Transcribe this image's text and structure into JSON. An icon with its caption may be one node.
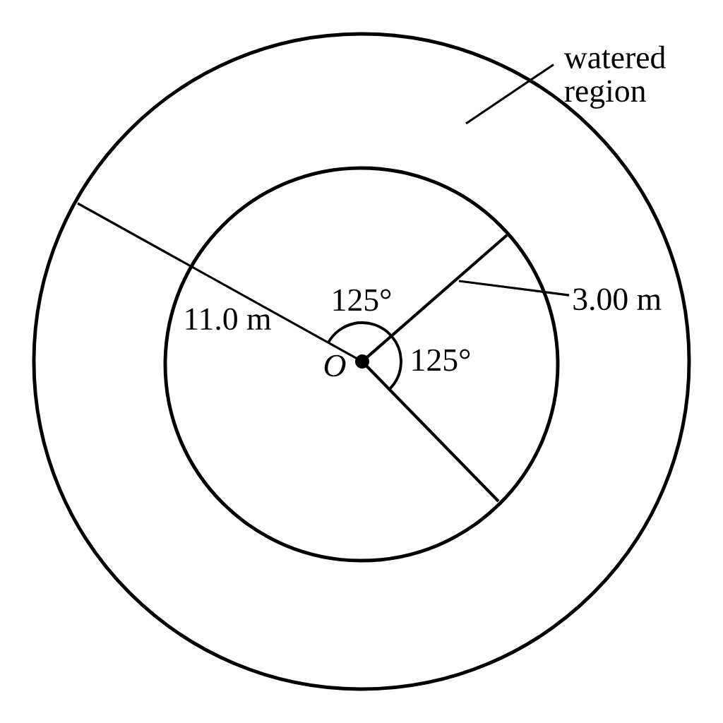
{
  "diagram": {
    "nodes": [
      {
        "text": [
          "watered region"
        ]
      },
      {
        "text": [
          "3.00 m"
        ]
      }
    ],
    "edges": [
      {
        "from": 0,
        "to": null,
        "arrow": "none"
      },
      {
        "from": 1,
        "to": null,
        "arrow": "none"
      }
    ],
    "labels": [
      "11.0 m",
      "125°",
      "O",
      "125°"
    ]
  }
}
